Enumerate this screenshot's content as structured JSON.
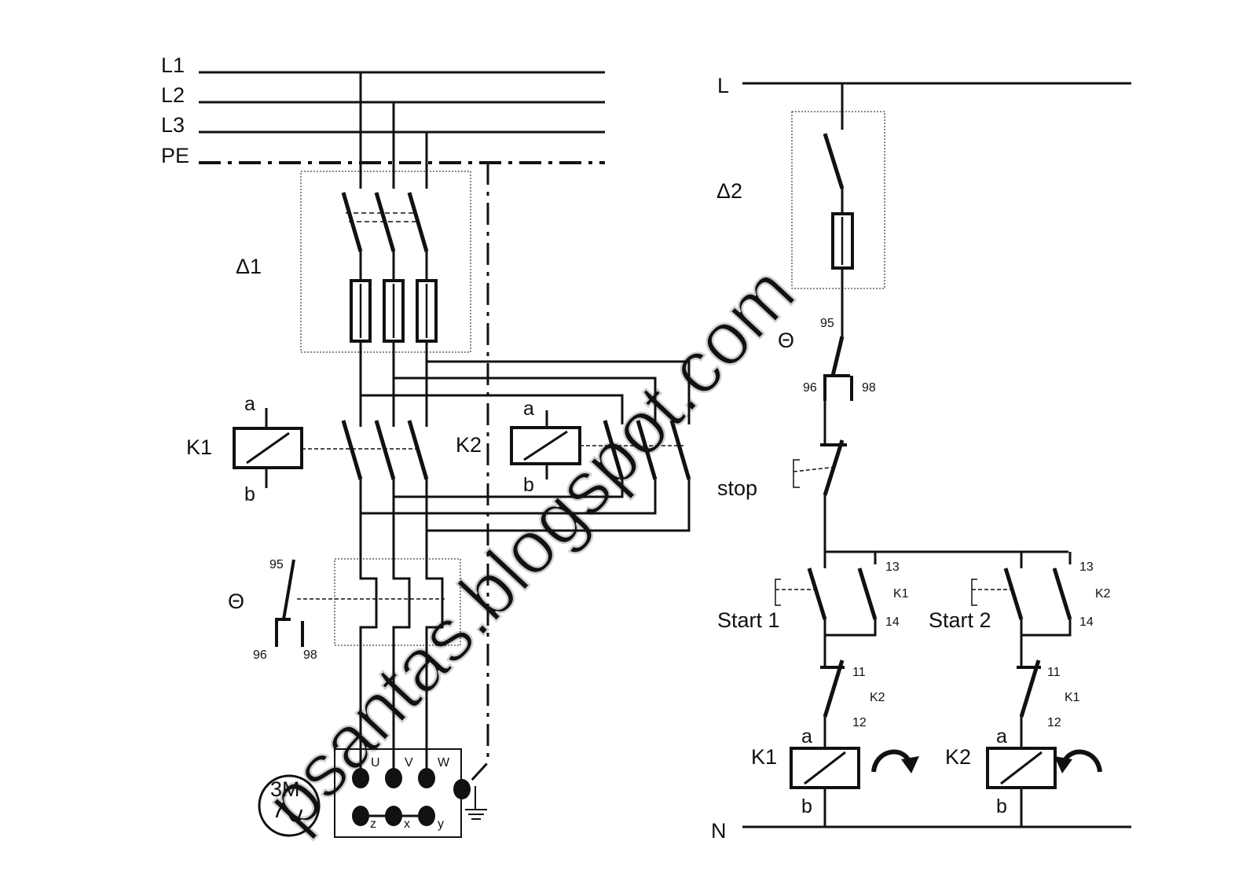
{
  "watermark": "psantas.blogspot.com",
  "power": {
    "bus": [
      "L1",
      "L2",
      "L3",
      "PE"
    ],
    "breaker": "Δ1",
    "k1": "K1",
    "k2": "K2",
    "coil_a": "a",
    "coil_b": "b",
    "overload": "Θ",
    "ol_95": "95",
    "ol_96": "96",
    "ol_98": "98",
    "motor": "3M",
    "terminals_top": [
      "U",
      "V",
      "W"
    ],
    "terminals_bottom": [
      "z",
      "x",
      "y"
    ]
  },
  "control": {
    "line": "L",
    "neutral": "N",
    "breaker": "Δ2",
    "overload": "Θ",
    "ol_95": "95",
    "ol_96": "96",
    "ol_98": "98",
    "stop": "stop",
    "start1": "Start 1",
    "start2": "Start 2",
    "n13": "13",
    "n14": "14",
    "n11": "11",
    "n12": "12",
    "k1": "K1",
    "k2": "K2",
    "coil_a": "a",
    "coil_b": "b"
  }
}
